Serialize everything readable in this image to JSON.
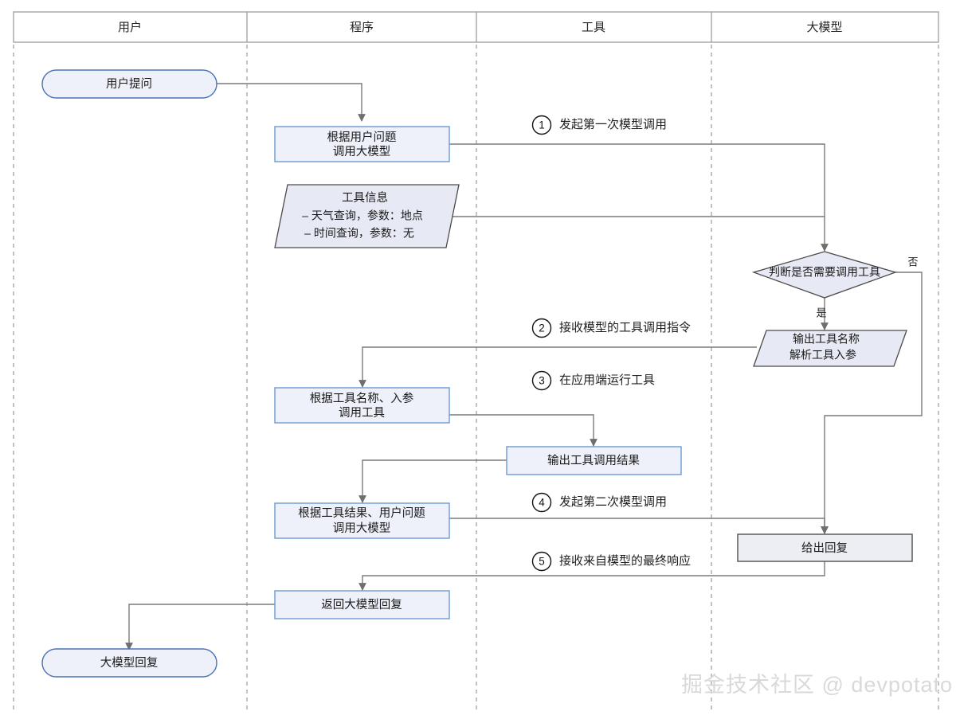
{
  "lanes": [
    {
      "id": "user",
      "label": "用户"
    },
    {
      "id": "program",
      "label": "程序"
    },
    {
      "id": "tool",
      "label": "工具"
    },
    {
      "id": "model",
      "label": "大模型"
    }
  ],
  "nodes": {
    "start": {
      "label": "用户提问",
      "shape": "stadium",
      "lane": "user"
    },
    "call_model_1": {
      "line1": "根据用户问题",
      "line2": "调用大模型",
      "shape": "rect",
      "lane": "program"
    },
    "tool_info": {
      "line1": "工具信息",
      "line2": "– 天气查询，参数：地点",
      "line3": "– 时间查询，参数：无",
      "shape": "parallelogram",
      "lane": "program"
    },
    "decision": {
      "label": "判断是否需要调用工具",
      "shape": "diamond",
      "lane": "model"
    },
    "emit_tool": {
      "line1": "输出工具名称",
      "line2": "解析工具入参",
      "shape": "parallelogram",
      "lane": "model"
    },
    "run_tool": {
      "line1": "根据工具名称、入参",
      "line2": "调用工具",
      "shape": "rect",
      "lane": "program"
    },
    "tool_result": {
      "label": "输出工具调用结果",
      "shape": "rect",
      "lane": "tool"
    },
    "call_model_2": {
      "line1": "根据工具结果、用户问题",
      "line2": "调用大模型",
      "shape": "rect",
      "lane": "program"
    },
    "final_answer": {
      "label": "给出回复",
      "shape": "rect-gray",
      "lane": "model"
    },
    "return_reply": {
      "label": "返回大模型回复",
      "shape": "rect",
      "lane": "program"
    },
    "end": {
      "label": "大模型回复",
      "shape": "stadium",
      "lane": "user"
    }
  },
  "steps": [
    {
      "num": "1",
      "label": "发起第一次模型调用"
    },
    {
      "num": "2",
      "label": "接收模型的工具调用指令"
    },
    {
      "num": "3",
      "label": "在应用端运行工具"
    },
    {
      "num": "4",
      "label": "发起第二次模型调用"
    },
    {
      "num": "5",
      "label": "接收来自模型的最终响应"
    }
  ],
  "branches": {
    "yes": "是",
    "no": "否"
  },
  "watermark": "掘金技术社区 @ devpotato",
  "colors": {
    "node_fill": "#eef1fa",
    "node_border": "#6a9bd1",
    "gray_fill": "#eceef4",
    "gray_border": "#5a5a5a",
    "connector": "#7a7a7a",
    "lane_line": "#9a9a9a",
    "header_border": "#9e9e9e",
    "text": "#1a1a1a",
    "watermark": "#d9d9d9"
  }
}
